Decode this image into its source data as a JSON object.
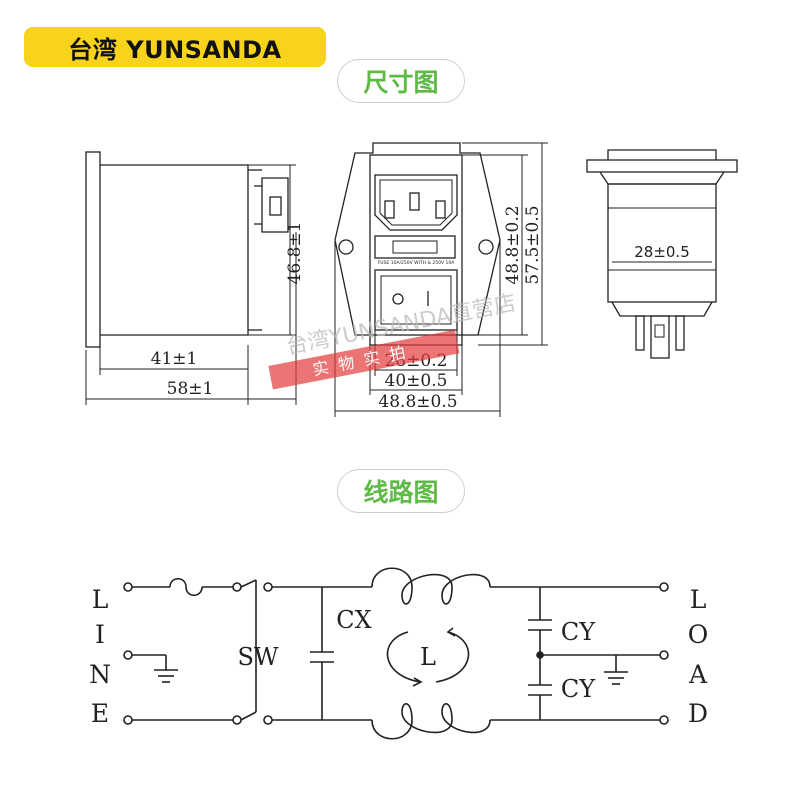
{
  "header": {
    "brand": "台湾 YUNSANDA"
  },
  "sections": {
    "dimensions_title": "尺寸图",
    "circuit_title": "线路图"
  },
  "dimensions": {
    "side_height": "46.8±1",
    "side_inner_width": "41±1",
    "side_outer_width": "58±1",
    "front_switch_width": "28±0.2",
    "front_body_width": "40±0.5",
    "front_flange_width": "48.8±0.5",
    "front_body_height": "48.8±0.2",
    "front_flange_height": "57.5±0.5",
    "cutout_width": "28±0.5",
    "module_label": "FUSE 10A/250V  WITH & 250V  10A"
  },
  "watermark": {
    "line1": "台湾YUNSANDA直营店",
    "line2": "实物实拍"
  },
  "circuit": {
    "line_letters": [
      "L",
      "I",
      "N",
      "E"
    ],
    "load_letters": [
      "L",
      "O",
      "A",
      "D"
    ],
    "sw": "SW",
    "cx": "CX",
    "cy_top": "CY",
    "cy_bottom": "CY",
    "inductor": "L"
  }
}
